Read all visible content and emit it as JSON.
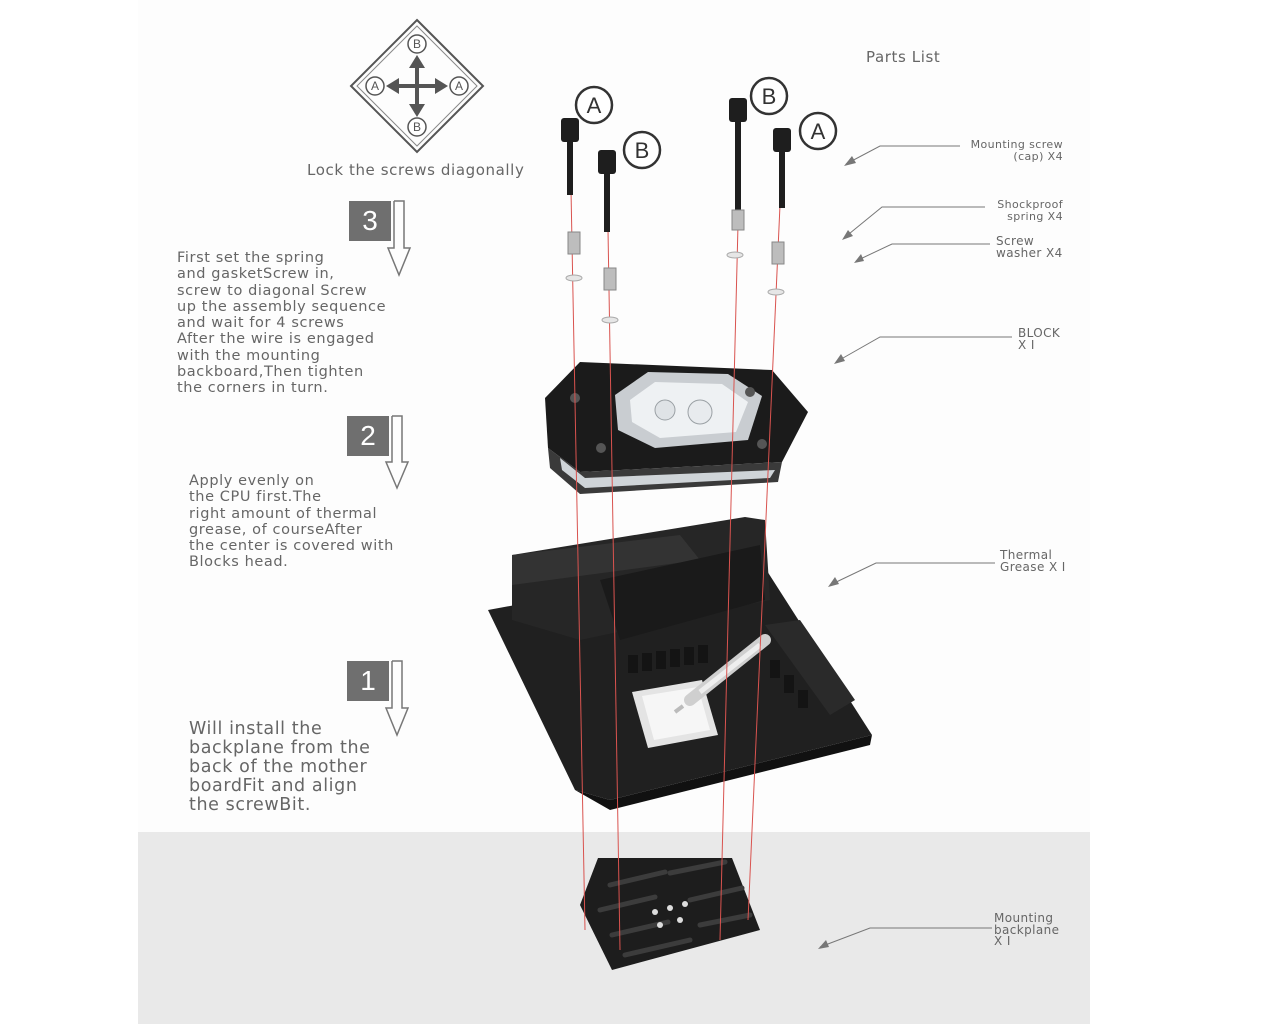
{
  "diagram": {
    "lock_caption": "Lock the screws diagonally",
    "parts_title": "Parts List",
    "screw_letters": [
      "A",
      "B",
      "B",
      "A"
    ],
    "lock_letters": [
      "B",
      "A",
      "A",
      "B"
    ],
    "steps": [
      {
        "number": "3",
        "text": "First set the spring\nand gasketScrew in,\nscrew to diagonal Screw\nup the assembly sequence\nand wait for 4 screws\nAfter the wire is engaged\nwith the mounting\nbackboard,Then tighten\nthe corners in turn."
      },
      {
        "number": "2",
        "text": "Apply evenly on\nthe CPU first.The\nright amount of thermal\ngrease, of courseAfter\nthe center is covered with\nBlocks  head."
      },
      {
        "number": "1",
        "text": "Will install the\nbackplane from the\nback of the mother\nboardFit and align\nthe screwBit."
      }
    ],
    "parts": [
      {
        "label": "Mounting screw\n(cap) X4"
      },
      {
        "label": "Shockproof\nspring X4"
      },
      {
        "label": "Screw\nwasher X4"
      },
      {
        "label": "BLOCK\nX I"
      },
      {
        "label": "Thermal\nGrease X I"
      },
      {
        "label": "Mounting\nbackplane\nX I"
      }
    ]
  },
  "colors": {
    "guide_line": "#d9534f",
    "dark_part": "#1e1e1e",
    "step_box": "#6f6f6f",
    "floor": "#e9e9e9"
  }
}
